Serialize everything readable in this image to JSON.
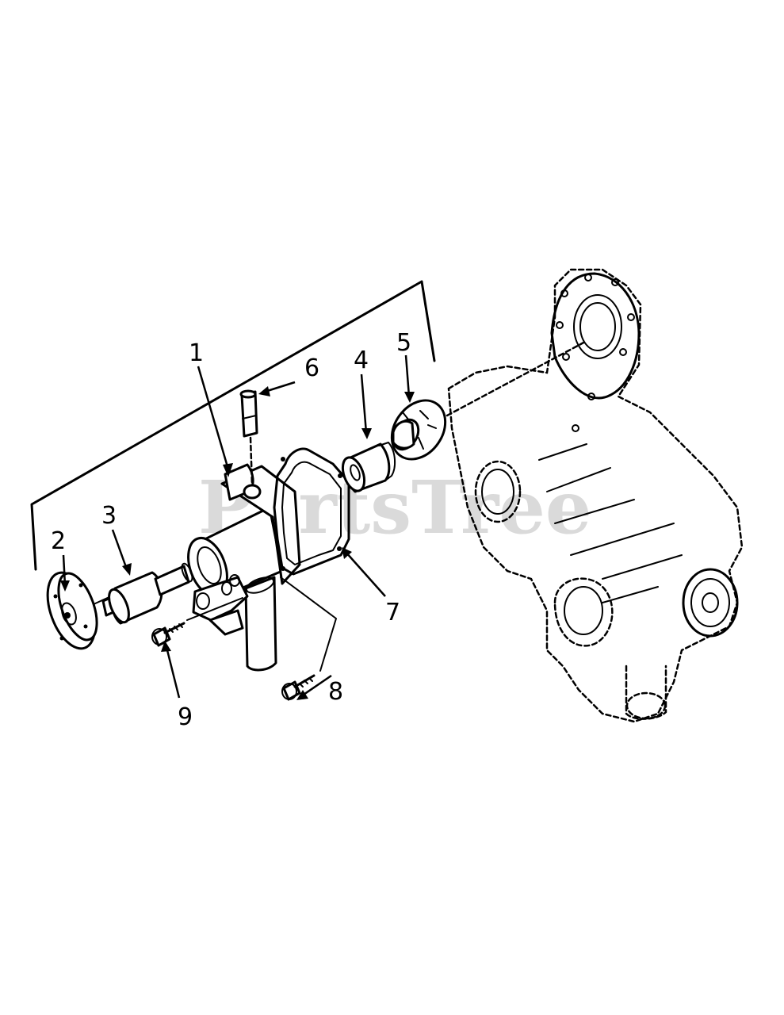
{
  "watermark": {
    "text": "PartsTree",
    "trademark": "™"
  },
  "callouts": [
    {
      "id": "1",
      "label": "1"
    },
    {
      "id": "2",
      "label": "2"
    },
    {
      "id": "3",
      "label": "3"
    },
    {
      "id": "4",
      "label": "4"
    },
    {
      "id": "5",
      "label": "5"
    },
    {
      "id": "6",
      "label": "6"
    },
    {
      "id": "7",
      "label": "7"
    },
    {
      "id": "8",
      "label": "8"
    },
    {
      "id": "9",
      "label": "9"
    }
  ]
}
